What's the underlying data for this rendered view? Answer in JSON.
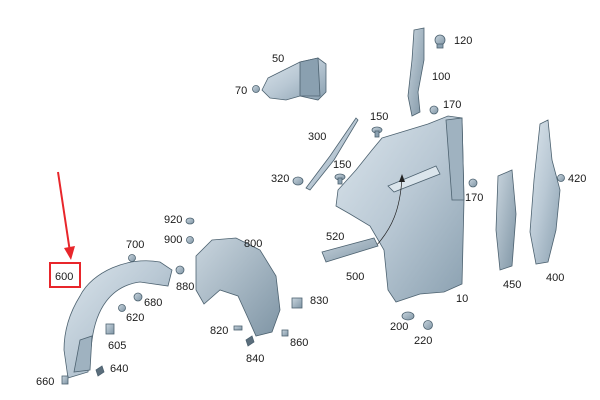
{
  "parts": [
    {
      "key": "p50",
      "label": "50"
    },
    {
      "key": "p70",
      "label": "70"
    },
    {
      "key": "p100",
      "label": "100"
    },
    {
      "key": "p120",
      "label": "120"
    },
    {
      "key": "p150a",
      "label": "150"
    },
    {
      "key": "p150b",
      "label": "150"
    },
    {
      "key": "p170a",
      "label": "170"
    },
    {
      "key": "p170b",
      "label": "170"
    },
    {
      "key": "p200",
      "label": "200"
    },
    {
      "key": "p220",
      "label": "220"
    },
    {
      "key": "p300",
      "label": "300"
    },
    {
      "key": "p320",
      "label": "320"
    },
    {
      "key": "p400",
      "label": "400"
    },
    {
      "key": "p420",
      "label": "420"
    },
    {
      "key": "p450",
      "label": "450"
    },
    {
      "key": "p500",
      "label": "500"
    },
    {
      "key": "p520",
      "label": "520"
    },
    {
      "key": "p600",
      "label": "600"
    },
    {
      "key": "p605",
      "label": "605"
    },
    {
      "key": "p620",
      "label": "620"
    },
    {
      "key": "p640",
      "label": "640"
    },
    {
      "key": "p660",
      "label": "660"
    },
    {
      "key": "p680",
      "label": "680"
    },
    {
      "key": "p700",
      "label": "700"
    },
    {
      "key": "p800",
      "label": "800"
    },
    {
      "key": "p820",
      "label": "820"
    },
    {
      "key": "p830",
      "label": "830"
    },
    {
      "key": "p840",
      "label": "840"
    },
    {
      "key": "p860",
      "label": "860"
    },
    {
      "key": "p880",
      "label": "880"
    },
    {
      "key": "p900",
      "label": "900"
    },
    {
      "key": "p920",
      "label": "920"
    },
    {
      "key": "p10",
      "label": "10"
    }
  ],
  "highlight": {
    "part": "600",
    "color": "#e8262b"
  },
  "colors": {
    "part_fill": "#b9c8d4",
    "part_dark": "#8aa0b0",
    "part_light": "#dbe5ec"
  }
}
